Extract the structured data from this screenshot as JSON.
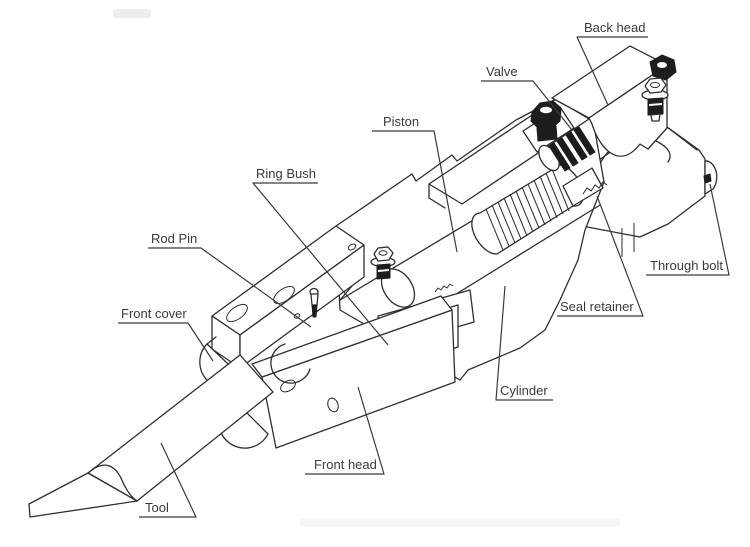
{
  "figure": {
    "type": "technical-line-diagram",
    "subject": "Hydraulic breaker cutaway with part callouts",
    "colors": {
      "line": "#2e2e2e",
      "callout": "#3a3a3a",
      "background": "#ffffff",
      "solid_fill": "#1d1d1d"
    },
    "labels": {
      "back_head": "Back head",
      "valve": "Valve",
      "piston": "Piston",
      "ring_bush": "Ring Bush",
      "rod_pin": "Rod Pin",
      "front_cover": "Front cover",
      "tool": "Tool",
      "front_head": "Front head",
      "cylinder": "Cylinder",
      "seal_retainer": "Seal retainer",
      "through_bolt": "Through bolt"
    }
  }
}
